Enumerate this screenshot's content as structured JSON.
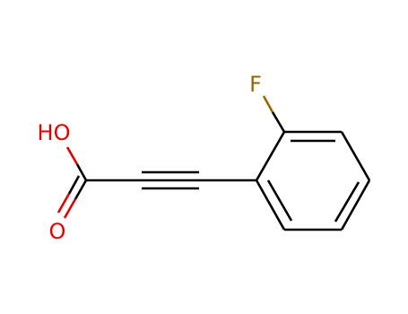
{
  "molecule": {
    "atoms": [
      {
        "label": "F",
        "color": "#996600"
      },
      {
        "label": "HO",
        "color": "#e00000"
      },
      {
        "label": "O",
        "color": "#e00000"
      }
    ],
    "colors": {
      "bond": "#000000",
      "fluorine": "#996600",
      "oxygen": "#e00000"
    }
  }
}
